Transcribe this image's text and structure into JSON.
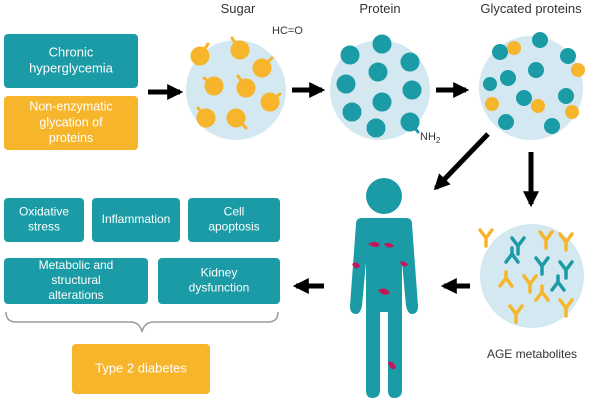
{
  "boxes": {
    "chronic_hyperglycemia": "Chronic hyperglycemia",
    "non_enzymatic_glycation": "Non-enzymatic glycation of proteins",
    "oxidative_stress": "Oxidative stress",
    "inflammation": "Inflammation",
    "cell_apoptosis": "Cell apoptosis",
    "metabolic_structural": "Metabolic and structural alterations",
    "kidney_dysfunction": "Kidney dysfunction",
    "type2_diabetes": "Type 2 diabetes"
  },
  "labels": {
    "sugar": "Sugar",
    "protein": "Protein",
    "glycated_proteins": "Glycated proteins",
    "age_metabolites": "AGE metabolites",
    "aldehyde": "HC=O",
    "amine": "NH",
    "amine_subscript": "2"
  },
  "colors": {
    "teal": "#1a9ba6",
    "orange": "#f7b52c",
    "circle_bg": "#d3e8f0",
    "magenta": "#c2185b",
    "arrow": "#000000",
    "text_light": "#ffffff",
    "text_dark": "#333333",
    "brace": "#9a9a9a"
  }
}
